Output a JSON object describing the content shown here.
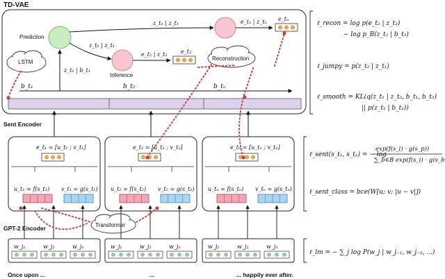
{
  "titles": {
    "tdvae": "TD-VAE",
    "sent_encoder": "Sent Encoder",
    "gpt2_encoder": "GPT-2 Encoder"
  },
  "nodes": {
    "prediction": "Prediction",
    "inference": "Inference",
    "lstm": "LSTM",
    "reconstruction": "Reconstruction",
    "transformer": "Transformer"
  },
  "tdvae_labels": {
    "z_tn_given_z_t1": "z_tₙ | z_t₁",
    "e_tn_given_z_tn": "e_tₙ | z_tₙ",
    "e_tn": "e_tₙ",
    "z_t2_given_z_t1": "z_t₂ | z_t₁",
    "e_t2_given_z_t2": "e_t₂ | z_t₂",
    "e_t3": "e_t₃",
    "z_t1_given_b_t1": "z_t₁ | b_t₁",
    "b_t1": "b_t₁",
    "b_t2": "b_t₂",
    "b_tn": "b_tₙ"
  },
  "encoder_blocks": [
    {
      "e_label": "e_t₁ = [u_t₁ ; v_t₁]",
      "u_label": "u_t₁ = f(s_t₁)",
      "v_label": "v_t₁ = g(s_t₁)"
    },
    {
      "e_label": "e_t₂ = [u_t₂ ; v_t₂]",
      "u_label": "u_t₂ = f(s_t₂)",
      "v_label": "v_t₂ = g(s_t₂)"
    },
    {
      "e_label": "e_tₙ = [u_tₙ ; v_tₙ]",
      "u_label": "u_tₙ = f(s_tₙ)",
      "v_label": "v_tₙ = g(s_tₙ)"
    }
  ],
  "word_labels": [
    "w_j₁",
    "w_j₂",
    "w_jₙ"
  ],
  "bottom_text": {
    "left": "Once upon ...",
    "middle": "...",
    "right": "... happily ever after."
  },
  "equations": {
    "recon_1": "ℓ_recon = log p(e_t₂ | z_t₂)",
    "recon_2": "− log p_B(z_t₂ | b_t₂)",
    "jumpy": "ℓ_jumpy = p(z_t₂ | z_t₁)",
    "smooth_1": "ℓ_smooth = KL(q(z_t₁ | z_t₂, b_t₁, b_t₂)",
    "smooth_2": "|| p(z_t₁ | b_t₁))",
    "sent_lhs": "ℓ_sent(s_t₁, s_tₚ) = − log",
    "sent_num": "exp(f(s_i) · g(s_p))",
    "sent_den": "∑_b∈B exp(f(s_i) · g(s_b))",
    "sent_class": "ℓ_sent_class = bce(W[u; v; |u − v|])",
    "lm": "ℓ_lm = − ∑_j log P(w_j | w_j₋₁, w_j₋₂, ...)"
  },
  "colors": {
    "border": "#222222",
    "lavender": "#dcd2ee",
    "green_node": "#c8ecc0",
    "pink_node": "#f7c6cf",
    "orange_dot": "#f4a93e",
    "green_dot": "#94d190",
    "red_cell": "#f3a7b3",
    "blue_cell": "#a9d4f2",
    "red_dotted": "#c8433a"
  }
}
